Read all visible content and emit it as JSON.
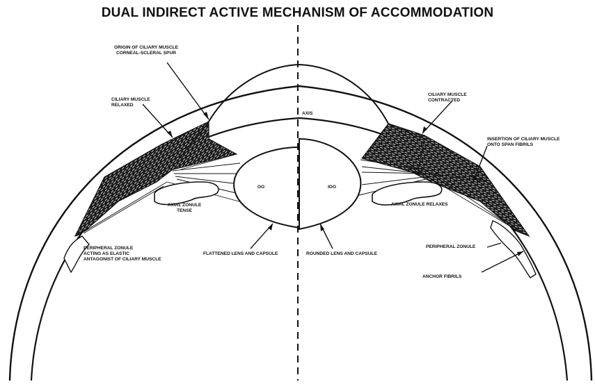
{
  "title": "DUAL INDIRECT ACTIVE MECHANISM OF ACCOMMODATION",
  "labels": {
    "origin_line1": "ORIGIN OF CILIARY MUSCLE",
    "origin_line2": "CORNEAL-SCLERAL SPUR",
    "ciliary_relaxed_line1": "CILIARY MUSCLE",
    "ciliary_relaxed_line2": "RELAXED",
    "axis": "AXIS",
    "ciliary_contracted_line1": "CILIARY MUSCLE",
    "ciliary_contracted_line2": "CONTRACTED",
    "insertion_line1": "INSERTION OF CILIARY MUSCLE",
    "insertion_line2": "ONTO SPAN FIBRILS",
    "lens_left": "OO",
    "lens_right": "IOO",
    "axial_tense_line1": "AXIAL ZONULE",
    "axial_tense_line2": "TENSE",
    "axial_relaxes": "AXIAL ZONULE RELAXES",
    "peripheral_left_line1": "PERIPHERAL ZONULE",
    "peripheral_left_line2": "ACTING AS ELASTIC",
    "peripheral_left_line3": "ANTAGONIST OF CILIARY MUSCLE",
    "flattened": "FLATTENED LENS AND CAPSULE",
    "rounded": "ROUNDED LENS AND CAPSULE",
    "peripheral_right": "PERIPHERAL ZONULE",
    "anchor": "ANCHOR FIBRILS"
  },
  "colors": {
    "ink": "#111111",
    "paper": "#ffffff",
    "muscle": "#1a1a1a"
  }
}
